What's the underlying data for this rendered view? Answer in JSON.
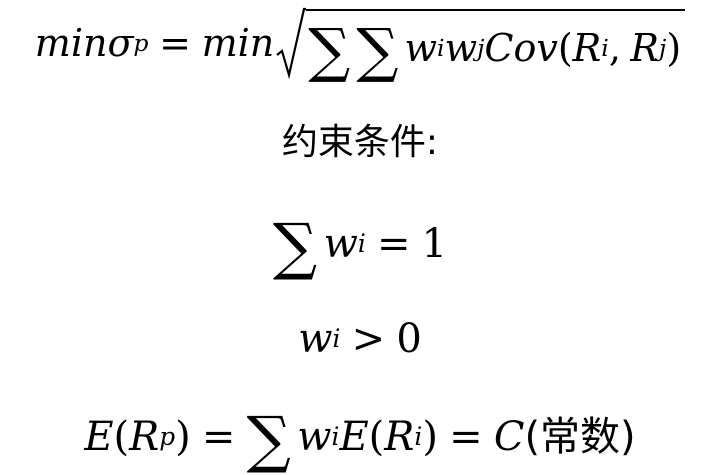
{
  "formula_1": {
    "lhs_min": "min",
    "sigma": "σ",
    "sigma_sub": "p",
    "equals": "=",
    "rhs_min": "min",
    "sum_1": "∑",
    "sum_2": "∑",
    "w": "w",
    "w_sub_i": "i",
    "w_sub_j": "j",
    "cov": "Cov",
    "open_paren": "(",
    "r_1": "R",
    "r_1_sub": "i",
    "comma": ",",
    "r_2": "R",
    "r_2_sub": "j",
    "close_paren": ")"
  },
  "constraints_label": "约束条件:",
  "formula_2": {
    "sum": "∑",
    "w": "w",
    "w_sub": "i",
    "equals": "=",
    "rhs": "1"
  },
  "formula_3": {
    "w": "w",
    "w_sub": "i",
    "gt": ">",
    "rhs": "0"
  },
  "formula_4": {
    "e": "E",
    "open_paren": "(",
    "r": "R",
    "r_sub": "p",
    "close_paren": ")",
    "equals_1": "=",
    "sum": "∑",
    "w": "w",
    "w_sub": "i",
    "e2": "E",
    "open_paren2": "(",
    "r2": "R",
    "r2_sub": "i",
    "close_paren2": ")",
    "equals_2": "=",
    "c": "C",
    "note": "(常数)"
  }
}
